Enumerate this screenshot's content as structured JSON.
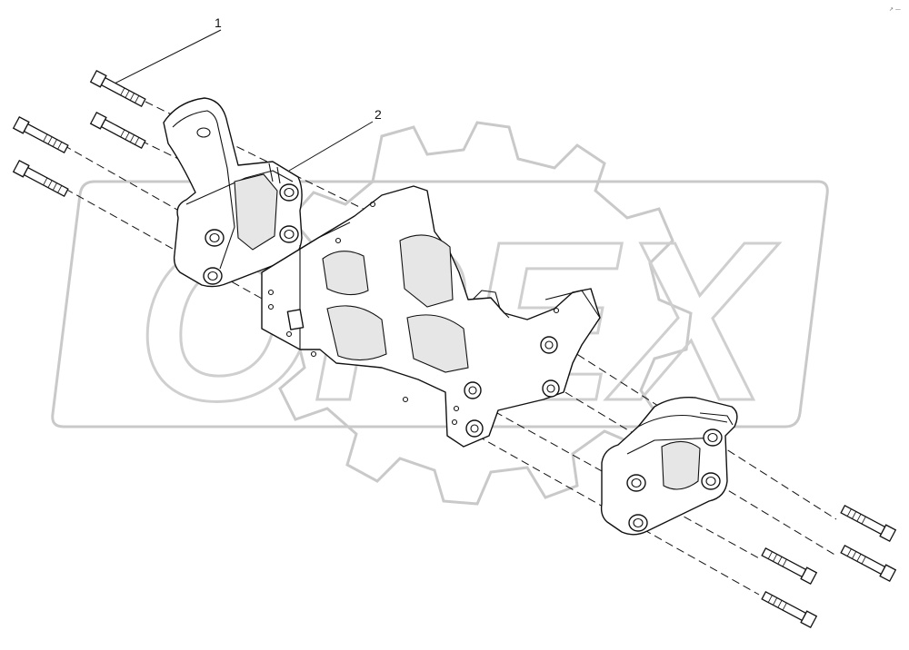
{
  "diagram": {
    "callouts": [
      {
        "id": "1",
        "label": "1"
      },
      {
        "id": "2",
        "label": "2"
      }
    ],
    "watermark": {
      "text": "OPEX",
      "color": "#c9c9c9"
    },
    "corner_mark": "↗ —",
    "parts": {
      "bolts_left_count": 4,
      "bolts_right_count": 4
    }
  }
}
